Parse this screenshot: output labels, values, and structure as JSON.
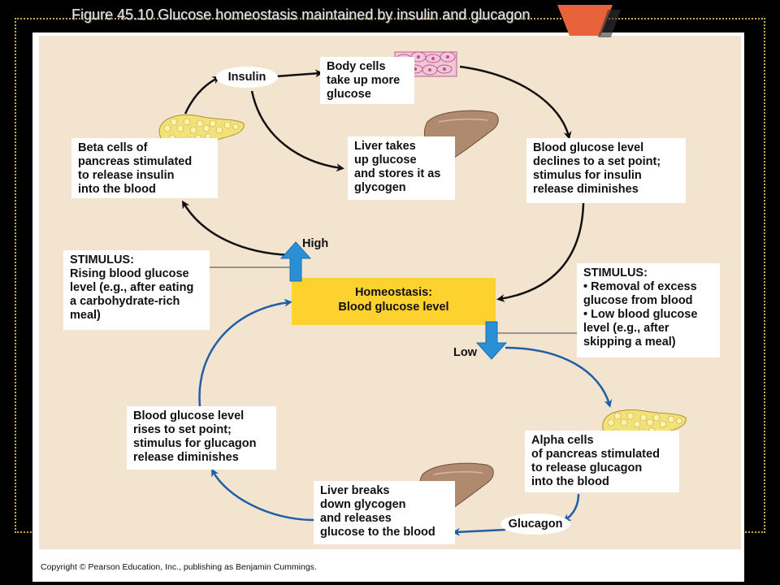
{
  "title": "Figure 45.10  Glucose homeostasis maintained by insulin and glucagon",
  "hormones": {
    "insulin": "Insulin",
    "glucagon": "Glucagon"
  },
  "boxes": {
    "body_cells": "Body cells\ntake up more\nglucose",
    "beta_cells": "Beta cells of\npancreas stimulated\nto release insulin\ninto the blood",
    "liver_takes": "Liver takes\nup glucose\nand stores it as\nglycogen",
    "declines": "Blood glucose level\ndeclines to a set point;\nstimulus for insulin\nrelease diminishes",
    "stimulus_high": "STIMULUS:\nRising blood glucose\nlevel (e.g., after eating\na carbohydrate-rich\nmeal)",
    "stimulus_low": "STIMULUS:\n• Removal of excess\n   glucose from blood\n• Low blood glucose\n   level (e.g., after\n   skipping a meal)",
    "rises": "Blood glucose level\nrises to set point;\nstimulus for glucagon\nrelease diminishes",
    "alpha_cells": "Alpha cells\nof pancreas stimulated\nto release glucagon\ninto the blood",
    "liver_breaks": "Liver breaks\ndown glycogen\nand releases\nglucose to the blood"
  },
  "homeostasis": {
    "line1": "Homeostasis:",
    "line2": "Blood glucose level"
  },
  "levels": {
    "high": "High",
    "low": "Low"
  },
  "copyright": "Copyright © Pearson Education, Inc., publishing as Benjamin Cummings.",
  "colors": {
    "background": "#f3e4cf",
    "homeostasis_box": "#fdd22f",
    "blue_arrow": "#1f5fa8",
    "black_arrow": "#111111",
    "stimulus_arrow": "#2b8fd6",
    "pancreas": "#f3e27a",
    "liver": "#b08a6e"
  }
}
